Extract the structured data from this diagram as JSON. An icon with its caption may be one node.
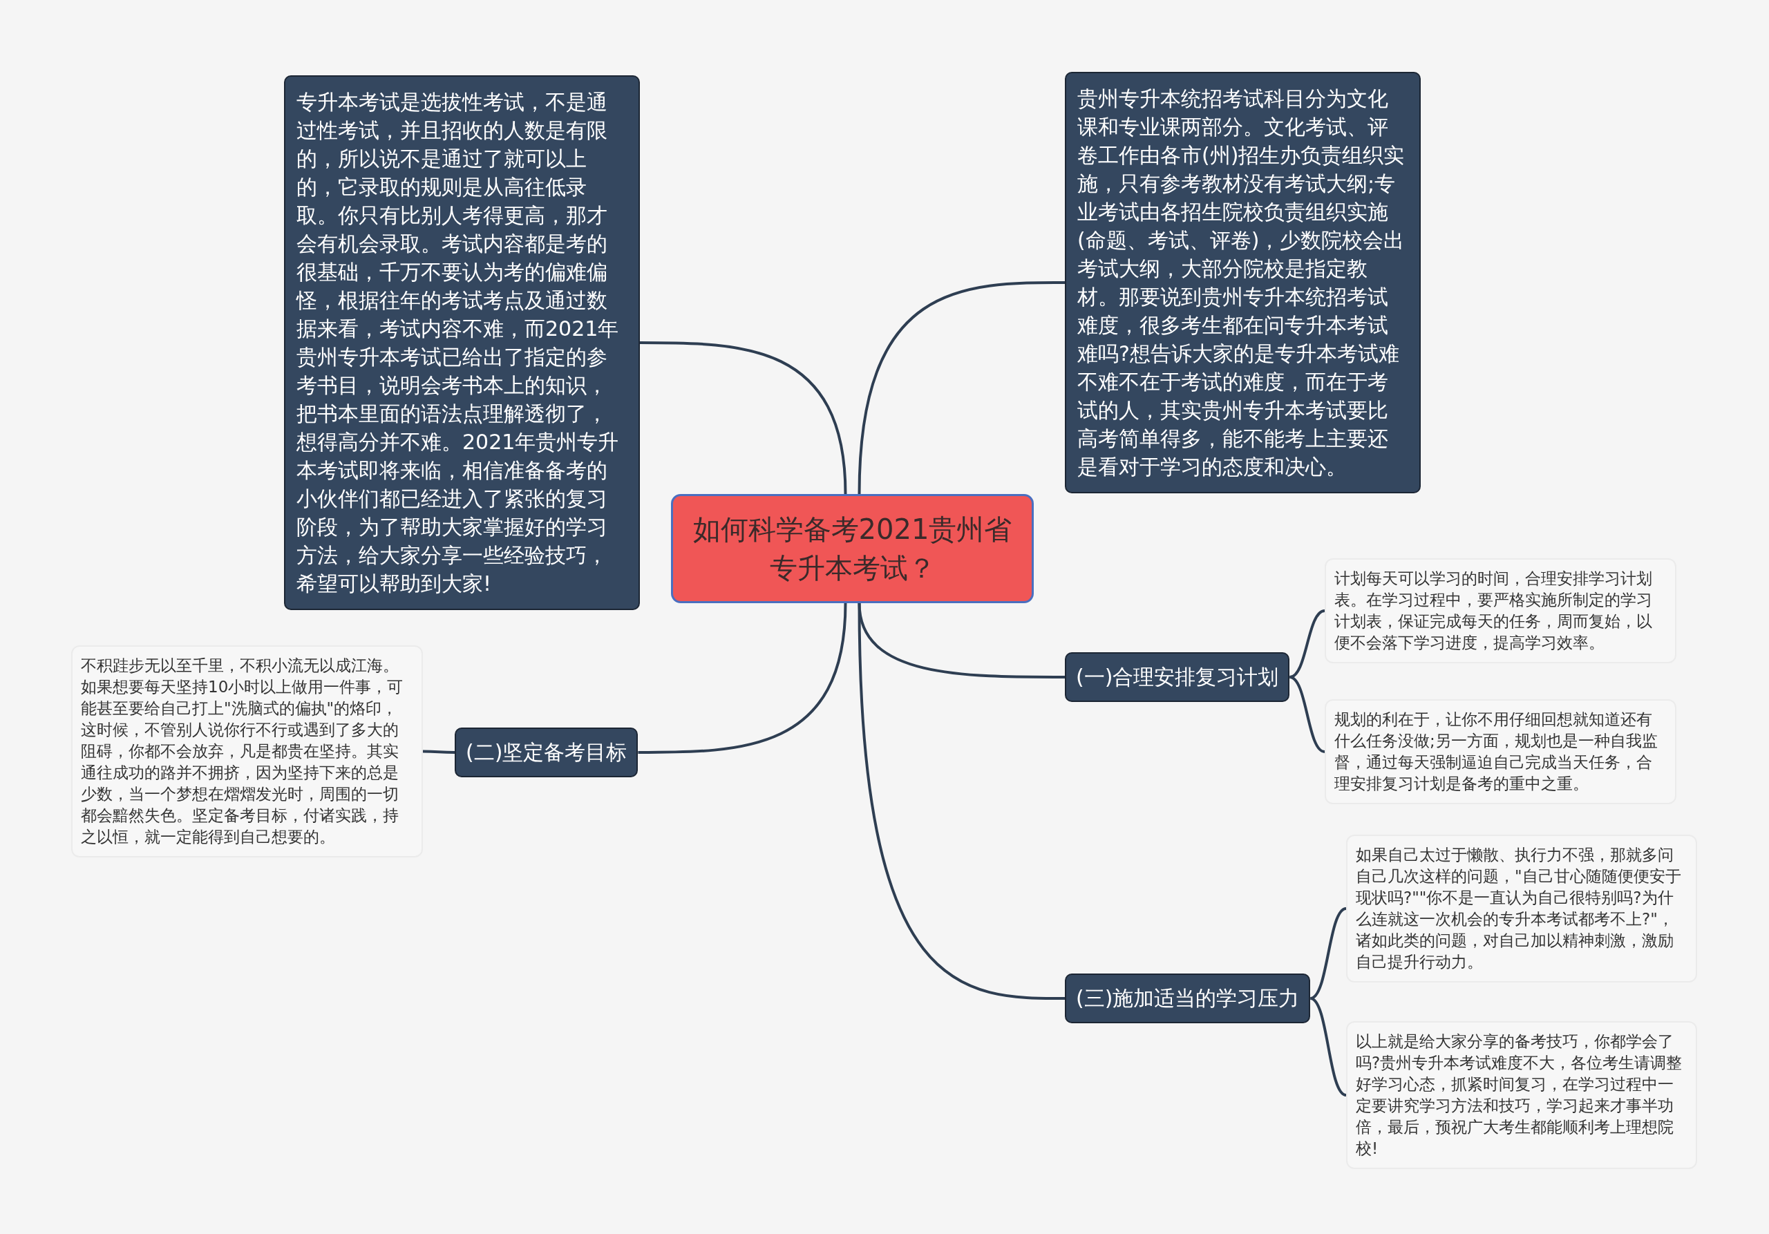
{
  "diagram": {
    "nodes": [
      {
        "text": [
          "如何科学备考2021贵州省专升本考试？"
        ]
      },
      {
        "text": [
          "专升本考试是选拔性考试，不是通过性考试，并且招收的人数是有限的，所以说不是通过了就可以上的，它录取的规则是从高往低录取。你只有比别人考得更高，那才会有机会录取。考试内容都是考的很基础，千万不要认为考的偏难偏怪，根据往年的考试考点及通过数据来看，考试内容不难，而2021年贵州专升本考试已给出了指定的参考书目，说明会考书本上的知识，把书本里面的语法点理解透彻了，想得高分并不难。2021年贵州专升本考试即将来临，相信准备备考的小伙伴们都已经进入了紧张的复习阶段，为了帮助大家掌握好的学习方法，给大家分享一些经验技巧，希望可以帮助到大家!"
        ]
      },
      {
        "text": [
          "贵州专升本统招考试科目分为文化课和专业课两部分。文化考试、评卷工作由各市(州)招生办负责组织实施，只有参考教材没有考试大纲;专业考试由各招生院校负责组织实施(命题、考试、评卷)，少数院校会出考试大纲，大部分院校是指定教材。那要说到贵州专升本统招考试难度，很多考生都在问专升本考试难吗?想告诉大家的是专升本考试难不难不在于考试的难度，而在于考试的人，其实贵州专升本考试要比高考简单得多，能不能考上主要还是看对于学习的态度和决心。"
        ]
      },
      {
        "text": [
          "(一)合理安排复习计划"
        ]
      },
      {
        "text": [
          "计划每天可以学习的时间，合理安排学习计划表。在学习过程中，要严格实施所制定的学习计划表，保证完成每天的任务，周而复始，以便不会落下学习进度，提高学习效率。"
        ]
      },
      {
        "text": [
          "规划的利在于，让你不用仔细回想就知道还有什么任务没做;另一方面，规划也是一种自我监督，通过每天强制逼迫自己完成当天任务，合理安排复习计划是备考的重中之重。"
        ]
      },
      {
        "text": [
          "(二)坚定备考目标"
        ]
      },
      {
        "text": [
          "不积跬步无以至千里，不积小流无以成江海。如果想要每天坚持10小时以上做用一件事，可能甚至要给自己打上\"洗脑式的偏执\"的烙印，这时候，不管别人说你行不行或遇到了多大的阻碍，你都不会放弃，凡是都贵在坚持。其实通往成功的路并不拥挤，因为坚持下来的总是少数，当一个梦想在熠熠发光时，周围的一切都会黯然失色。坚定备考目标，付诸实践，持之以恒，就一定能得到自己想要的。"
        ]
      },
      {
        "text": [
          "(三)施加适当的学习压力"
        ]
      },
      {
        "text": [
          "如果自己太过于懒散、执行力不强，那就多问自己几次这样的问题，\"自己甘心随随便便安于现状吗?\"\"你不是一直认为自己很特别吗?为什么连就这一次机会的专升本考试都考不上?\"，诸如此类的问题，对自己加以精神刺激，激励自己提升行动力。"
        ]
      },
      {
        "text": [
          "以上就是给大家分享的备考技巧，你都学会了吗?贵州专升本考试难度不大，各位考生请调整好学习心态，抓紧时间复习，在学习过程中一定要讲究学习方法和技巧，学习起来才事半功倍，最后，预祝广大考生都能顺利考上理想院校!"
        ]
      }
    ],
    "edges": [
      {
        "from": 0,
        "to": 1,
        "arrow": "none"
      },
      {
        "from": 0,
        "to": 2,
        "arrow": "none"
      },
      {
        "from": 0,
        "to": 3,
        "arrow": "none"
      },
      {
        "from": 3,
        "to": 4,
        "arrow": "none"
      },
      {
        "from": 3,
        "to": 5,
        "arrow": "none"
      },
      {
        "from": 0,
        "to": 6,
        "arrow": "none"
      },
      {
        "from": 6,
        "to": 7,
        "arrow": "none"
      },
      {
        "from": 0,
        "to": 8,
        "arrow": "none"
      },
      {
        "from": 8,
        "to": 9,
        "arrow": "none"
      },
      {
        "from": 8,
        "to": 10,
        "arrow": "none"
      }
    ]
  }
}
